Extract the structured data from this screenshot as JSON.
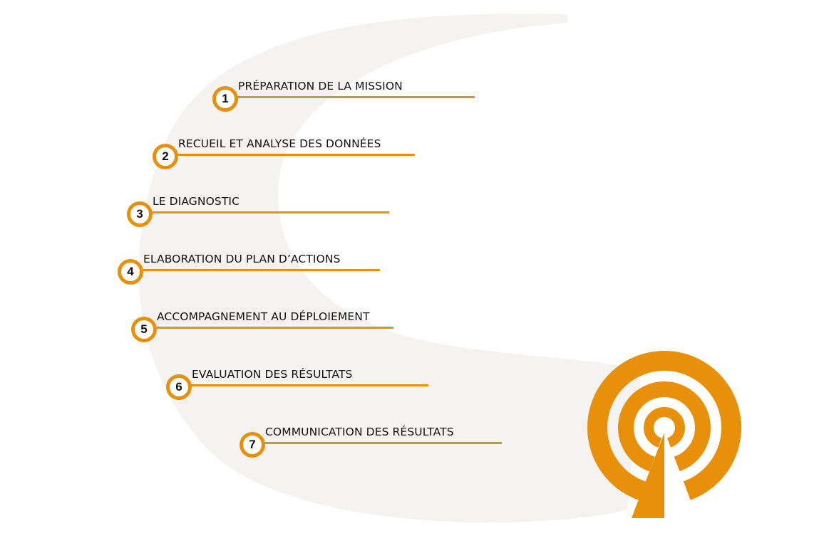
{
  "accent_color": "#E8900A",
  "background_shape_color": "#F4F3F2",
  "icon": "radar-target-icon",
  "steps": [
    {
      "number": "1",
      "label": "PRÉPARATION DE LA MISSION"
    },
    {
      "number": "2",
      "label": "RECUEIL ET ANALYSE DES DONNÉES"
    },
    {
      "number": "3",
      "label": "LE DIAGNOSTIC"
    },
    {
      "number": "4",
      "label": "ELABORATION DU PLAN D’ACTIONS"
    },
    {
      "number": "5",
      "label": "ACCOMPAGNEMENT AU DÉPLOIEMENT"
    },
    {
      "number": "6",
      "label": "EVALUATION DES RÉSULTATS"
    },
    {
      "number": "7",
      "label": "COMMUNICATION DES RÉSULTATS"
    }
  ]
}
